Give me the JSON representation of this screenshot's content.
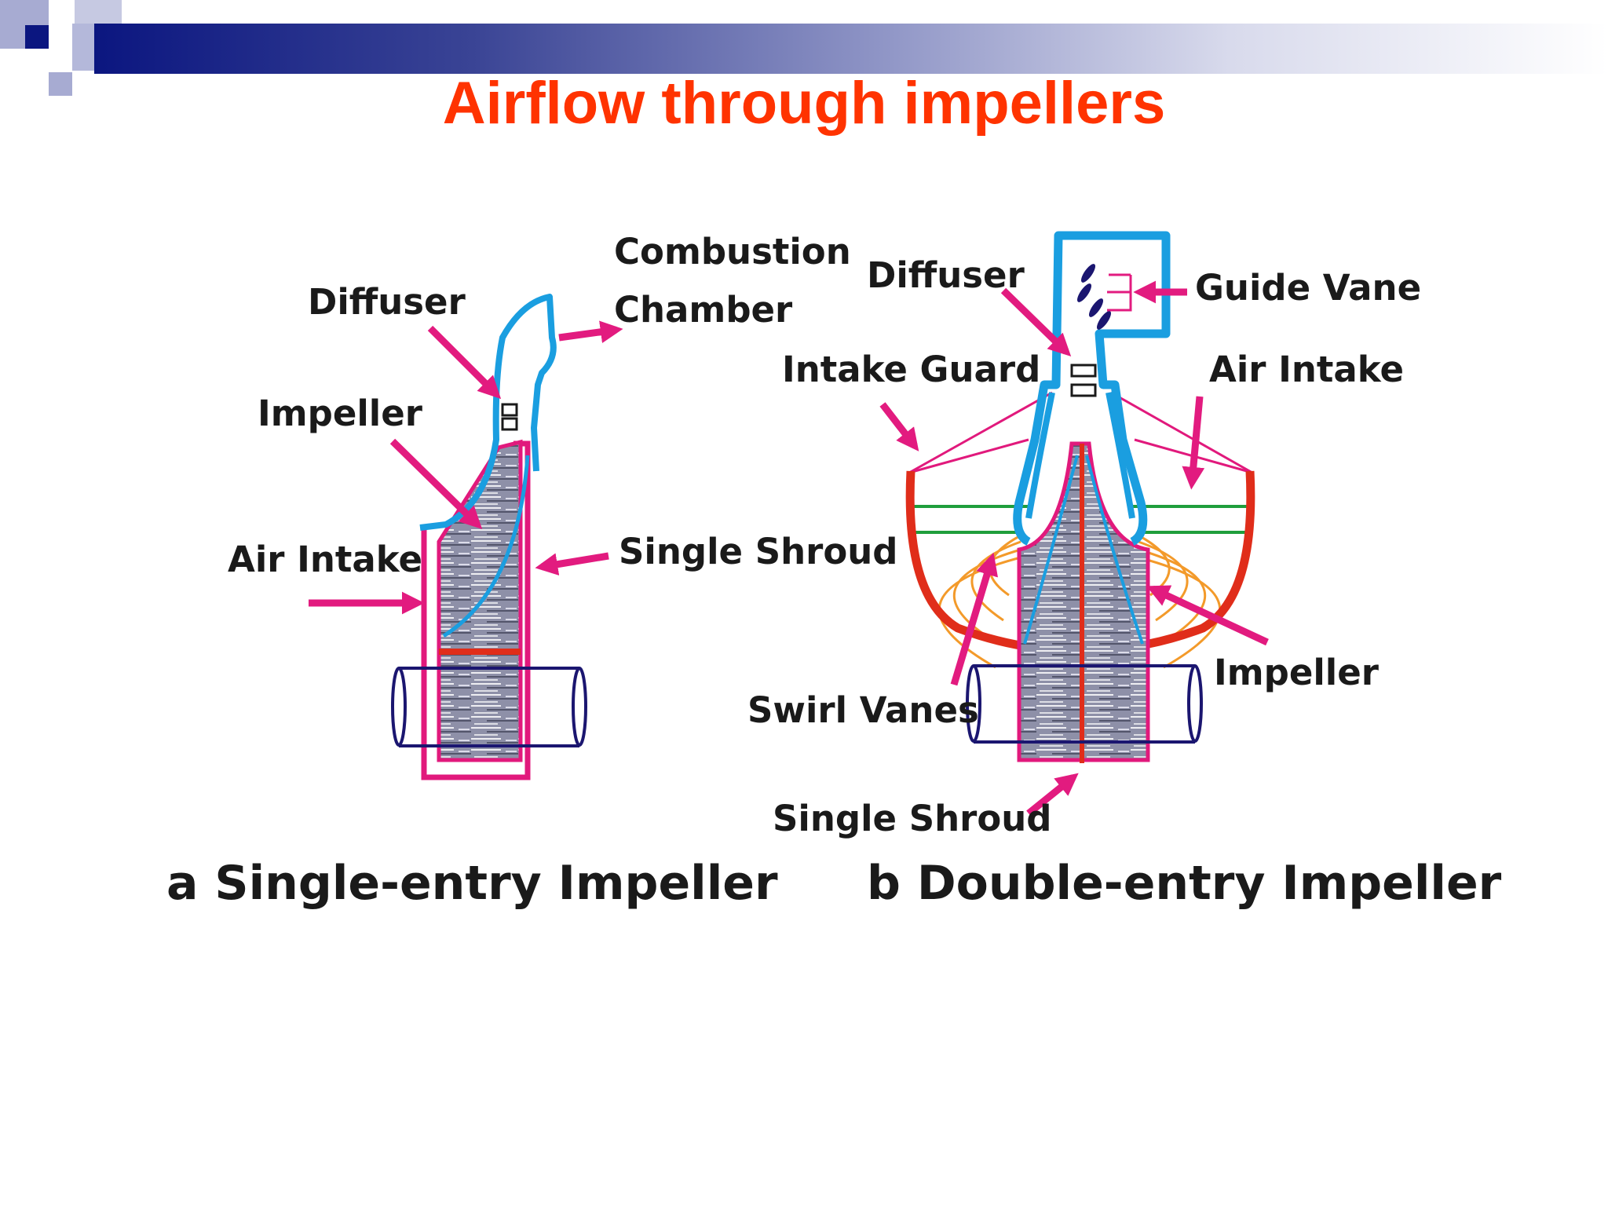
{
  "slide": {
    "title": "Airflow through impellers"
  },
  "colors": {
    "title": "#ff3300",
    "diffuser": "#1a9ee0",
    "arrow": "#e21b7f",
    "shroud": "#e1197c",
    "casing": "#e02d1a",
    "shaft": "#1b1670",
    "swirl": "#f39a2a",
    "guide_line": "#1f9e3c",
    "impeller_fill": "#8e90a8"
  },
  "diagram_a": {
    "labels": {
      "combustion": "Combustion",
      "chamber": "Chamber",
      "diffuser": "Diffuser",
      "impeller": "Impeller",
      "air_intake": "Air Intake",
      "single_shroud": "Single Shroud"
    },
    "caption": "a Single-entry Impeller"
  },
  "diagram_b": {
    "labels": {
      "diffuser": "Diffuser",
      "guide_vane": "Guide Vane",
      "intake_guard": "Intake Guard",
      "air_intake": "Air Intake",
      "impeller": "Impeller",
      "swirl_vanes": "Swirl Vanes",
      "single_shroud": "Single Shroud"
    },
    "caption": "b Double-entry Impeller"
  }
}
